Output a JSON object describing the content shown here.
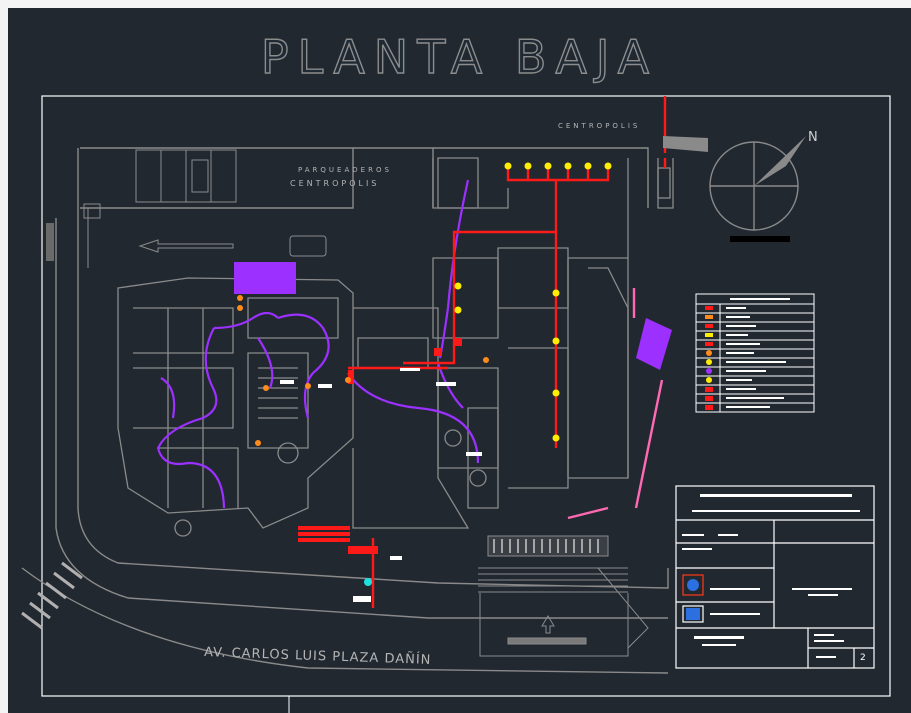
{
  "drawing": {
    "title": "PLANTA BAJA",
    "labels": {
      "parqueaderos": "PARQUEADEROS",
      "centropolis_lower": "CENTROPOLIS",
      "centropolis_upper": "CENTROPOLIS",
      "avenue": "AV. CARLOS LUIS PLAZA DAÑÍN",
      "north": "N"
    },
    "title_block": {
      "sheet_number": "2"
    },
    "colors": {
      "background": "#212830",
      "linework": "#8a8a8a",
      "frame": "#ffffff",
      "evacuation_route": "#9b30ff",
      "fire_line": "#ff1a1a",
      "secondary_route": "#ff69b4",
      "hydrant": "#ffee00",
      "equipment": "#ff8c1a"
    }
  }
}
